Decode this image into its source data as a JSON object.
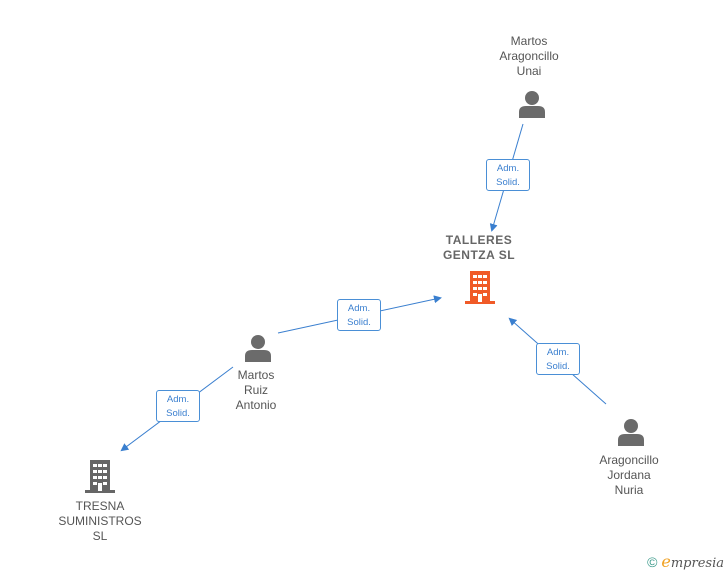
{
  "nodes": {
    "main": {
      "lines": [
        "TALLERES",
        "GENTZA  SL"
      ]
    },
    "tresna": {
      "lines": [
        "TRESNA",
        "SUMINISTROS",
        "SL"
      ]
    },
    "unai": {
      "lines": [
        "Martos",
        "Aragoncillo",
        "Unai"
      ]
    },
    "antonio": {
      "lines": [
        "Martos",
        "Ruiz",
        "Antonio"
      ]
    },
    "nuria": {
      "lines": [
        "Aragoncillo",
        "Jordana",
        "Nuria"
      ]
    }
  },
  "relations": {
    "unai_main": {
      "line1": "Adm.",
      "line2": "Solid."
    },
    "antonio_main": {
      "line1": "Adm.",
      "line2": "Solid."
    },
    "nuria_main": {
      "line1": "Adm.",
      "line2": "Solid."
    },
    "antonio_tresna": {
      "line1": "Adm.",
      "line2": "Solid."
    }
  },
  "brand": {
    "copyright_symbol": "©",
    "first_letter": "e",
    "rest": "mpresia"
  },
  "colors": {
    "edge": "#3a7fcf",
    "main_company": "#f05a28",
    "company": "#666666",
    "person": "#6b6b6b"
  },
  "icons": {
    "person": "person-icon",
    "company": "building-icon"
  }
}
